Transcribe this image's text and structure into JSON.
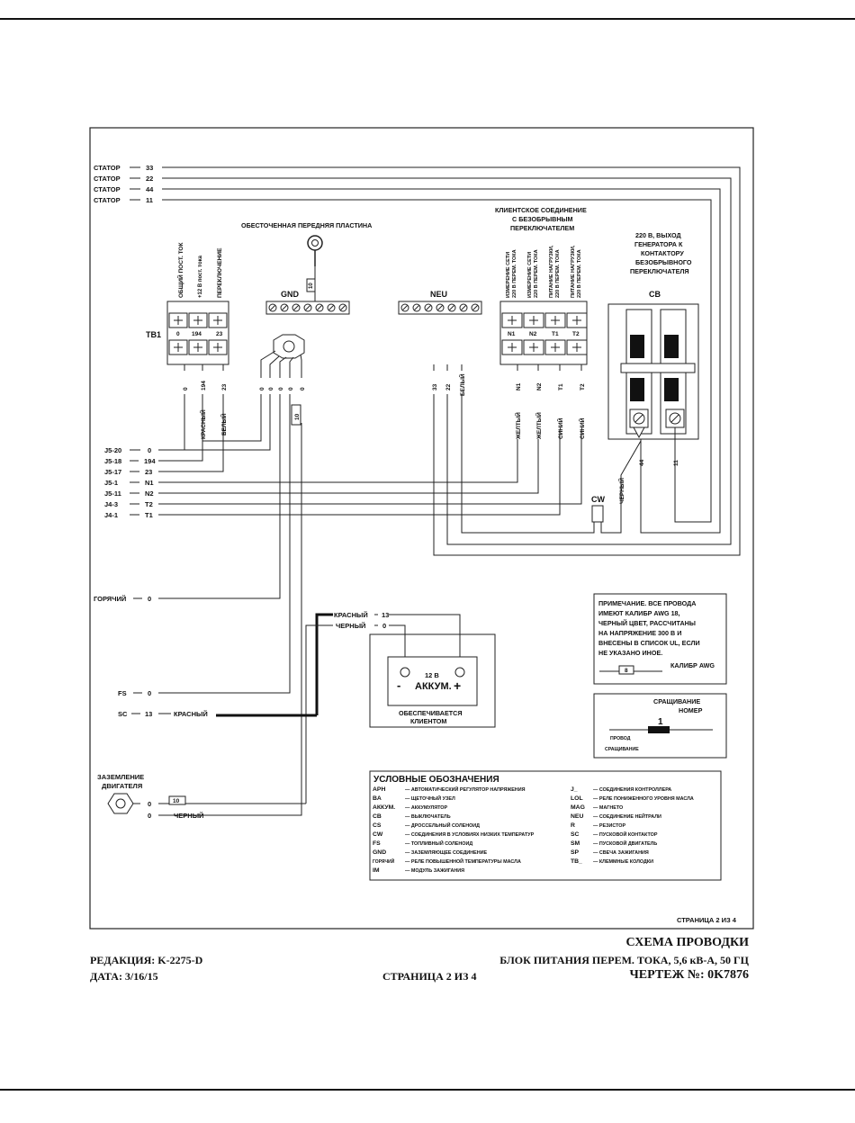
{
  "stator": [
    {
      "label": "СТАТОР",
      "num": "33"
    },
    {
      "label": "СТАТОР",
      "num": "22"
    },
    {
      "label": "СТАТОР",
      "num": "44"
    },
    {
      "label": "СТАТОР",
      "num": "11"
    }
  ],
  "gnd_plate": {
    "title": "ОБЕСТОЧЕННАЯ ПЕРЕДНЯЯ ПЛАСТИНА",
    "label": "GND",
    "wire_tag": "10"
  },
  "neu": {
    "label": "NEU"
  },
  "client": {
    "title_lines": [
      "КЛИЕНТСКОЕ СОЕДИНЕНИЕ",
      "С БЕЗОБРЫВНЫМ",
      "ПЕРЕКЛЮЧАТЕЛЕМ"
    ],
    "col_labels": [
      [
        "ИЗМЕРЕНИЕ СЕТИ",
        "220 В ПЕРЕМ. ТОКА"
      ],
      [
        "ИЗМЕРЕНИЕ СЕТИ",
        "220 В ПЕРЕМ. ТОКА"
      ],
      [
        "ПИТАНИЕ НАГРУЗКИ,",
        "220 В ПЕРЕМ. ТОКА"
      ],
      [
        "ПИТАНИЕ НАГРУЗКИ,",
        "220 В ПЕРЕМ. ТОКА"
      ]
    ],
    "terminals": [
      "N1",
      "N2",
      "T1",
      "T2"
    ]
  },
  "tb1": {
    "label": "TB1",
    "col_labels": [
      "ОБЩИЙ ПОСТ. ТОК",
      "+12 В пост. тока",
      "ПЕРЕКЛЮЧЕНИЕ"
    ],
    "terminals": [
      "0",
      "194",
      "23"
    ]
  },
  "cb": {
    "label": "CB",
    "title_lines": [
      "220 В, ВЫХОД",
      "ГЕНЕРАТОРА К",
      "КОНТАКТОРУ",
      "БЕЗОБРЫВНОГО",
      "ПЕРЕКЛЮЧАТЕЛЯ"
    ]
  },
  "wire_numbers": {
    "tb1": [
      "0",
      "194",
      "23"
    ],
    "gnd": [
      "0",
      "0",
      "0",
      "0",
      "0"
    ],
    "neu": [
      "33",
      "22"
    ],
    "neu_color": "БЕЛЫЙ",
    "client": [
      "N1",
      "N2",
      "T1",
      "T2"
    ],
    "cb": [
      "44",
      "11"
    ],
    "gnd_tag": "10"
  },
  "wire_colors": {
    "tb1": [
      "КРАСНЫЙ",
      "БЕЛЫЙ"
    ],
    "client": [
      "ЖЕЛТЫЙ",
      "ЖЕЛТЫЙ",
      "СИНИЙ",
      "СИНИЙ"
    ],
    "cw": "ЧЕРНЫЙ"
  },
  "cw_label": "CW",
  "left_connections": [
    {
      "pin": "J5-20",
      "wire": "0"
    },
    {
      "pin": "J5-18",
      "wire": "194"
    },
    {
      "pin": "J5-17",
      "wire": "23"
    },
    {
      "pin": "J5-1",
      "wire": "N1"
    },
    {
      "pin": "J5-11",
      "wire": "N2"
    },
    {
      "pin": "J4-3",
      "wire": "T2"
    },
    {
      "pin": "J4-1",
      "wire": "T1"
    }
  ],
  "hot": {
    "label": "ГОРЯЧИЙ",
    "wire": "0"
  },
  "battery": {
    "red_label": "КРАСНЫЙ",
    "red_wire": "13",
    "black_label": "ЧЕРНЫЙ",
    "black_wire": "0",
    "voltage": "12 В",
    "name": "АККУМ.",
    "minus": "-",
    "plus": "+",
    "note_lines": [
      "ОБЕСПЕЧИВАЕТСЯ",
      "КЛИЕНТОМ"
    ]
  },
  "fs": {
    "label": "FS",
    "wire": "0"
  },
  "sc": {
    "label": "SC",
    "wire": "13",
    "color": "КРАСНЫЙ"
  },
  "engine_ground": {
    "title_lines": [
      "ЗАЗЕМЛЕНИЕ",
      "ДВИГАТЕЛЯ"
    ],
    "wire1": "0",
    "tag": "10",
    "wire2": "0",
    "color2": "ЧЕРНЫЙ"
  },
  "note": {
    "lines": [
      "ПРИМЕЧАНИЕ. ВСЕ ПРОВОДА",
      "ИМЕЮТ КАЛИБР AWG 18,",
      "ЧЕРНЫЙ ЦВЕТ, РАССЧИТАНЫ",
      "НА НАПРЯЖЕНИЕ 300 В И",
      "ВНЕСЕНЫ В СПИСОК UL, ЕСЛИ",
      "НЕ УКАЗАНО ИНОЕ."
    ],
    "gauge_value": "8",
    "gauge_label": "КАЛИБР AWG"
  },
  "splice": {
    "title_lines": [
      "СРАЩИВАНИЕ",
      "НОМЕР"
    ],
    "number": "1",
    "wire_label": "ПРОВОД",
    "splice_label": "СРАЩИВАНИЕ"
  },
  "legend": {
    "title": "УСЛОВНЫЕ ОБОЗНАЧЕНИЯ",
    "left": [
      {
        "abbr": "APH",
        "desc": "— АВТОМАТИЧЕСКИЙ РЕГУЛЯТОР НАПРЯЖЕНИЯ"
      },
      {
        "abbr": "BA",
        "desc": "— ЩЕТОЧНЫЙ УЗЕЛ"
      },
      {
        "abbr": "АККУМ.",
        "desc": "— АККУМУЛЯТОР"
      },
      {
        "abbr": "CB",
        "desc": "— ВЫКЛЮЧАТЕЛЬ"
      },
      {
        "abbr": "CS",
        "desc": "— ДРОССЕЛЬНЫЙ СОЛЕНОИД"
      },
      {
        "abbr": "CW",
        "desc": "— СОЕДИНЕНИЯ В УСЛОВИЯХ НИЗКИХ ТЕМПЕРАТУР"
      },
      {
        "abbr": "FS",
        "desc": "— ТОПЛИВНЫЙ СОЛЕНОИД"
      },
      {
        "abbr": "GND",
        "desc": "— ЗАЗЕМЛЯЮЩЕЕ СОЕДИНЕНИЕ"
      },
      {
        "abbr": "ГОРЯЧИЙ",
        "desc": "— РЕЛЕ ПОВЫШЕННОЙ ТЕМПЕРАТУРЫ МАСЛА"
      },
      {
        "abbr": "IM",
        "desc": "— МОДУЛЬ ЗАЖИГАНИЯ"
      }
    ],
    "right": [
      {
        "abbr": "J_",
        "desc": "— СОЕДИНЕНИЯ КОНТРОЛЛЕРА"
      },
      {
        "abbr": "LOL",
        "desc": "— РЕЛЕ ПОНИЖЕННОГО УРОВНЯ МАСЛА"
      },
      {
        "abbr": "MAG",
        "desc": "— МАГНЕТО"
      },
      {
        "abbr": "NEU",
        "desc": "— СОЕДИНЕНИЕ НЕЙТРАЛИ"
      },
      {
        "abbr": "R",
        "desc": "— РЕЗИСТОР"
      },
      {
        "abbr": "SC",
        "desc": "— ПУСКОВОЙ КОНТАКТОР"
      },
      {
        "abbr": "SM",
        "desc": "— ПУСКОВОЙ ДВИГАТЕЛЬ"
      },
      {
        "abbr": "SP",
        "desc": "— СВЕЧА ЗАЖИГАНИЯ"
      },
      {
        "abbr": "TB_",
        "desc": "— КЛЕММНЫЕ КОЛОДКИ"
      }
    ]
  },
  "frame_page": "СТРАНИЦА 2 ИЗ 4",
  "footer": {
    "title": "СХЕМА ПРОВОДКИ",
    "revision": "РЕДАКЦИЯ: K-2275-D",
    "subtitle": "БЛОК ПИТАНИЯ ПЕРЕМ. ТОКА, 5,6 кВ-А, 50 ГЦ",
    "date": "ДАТА: 3/16/15",
    "page": "СТРАНИЦА 2 ИЗ 4",
    "drawing": "ЧЕРТЕЖ №: 0K7876"
  }
}
